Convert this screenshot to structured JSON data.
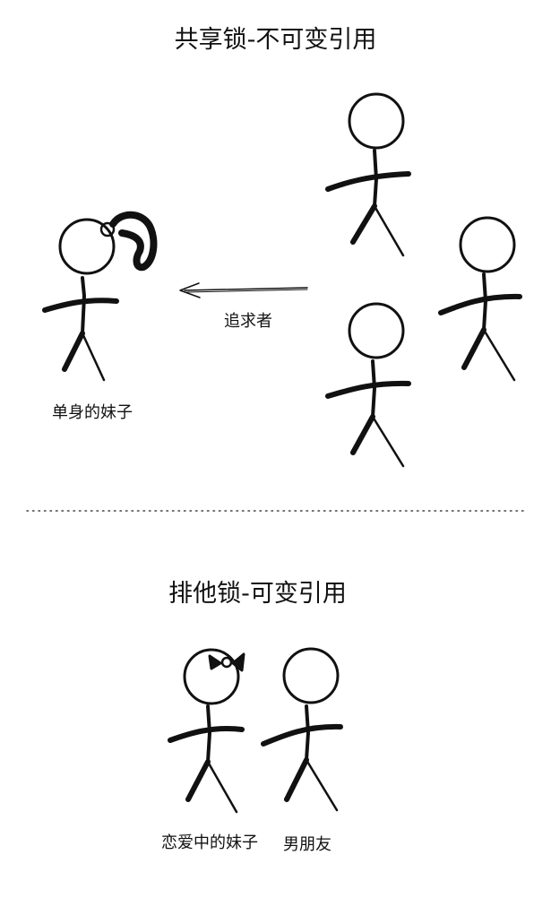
{
  "shared_title": "共享锁-不可变引用",
  "exclusive_title": "排他锁-可变引用",
  "labels": {
    "single_girl": "单身的妹子",
    "suitors": "追求者",
    "girl_in_love": "恋爱中的妹子",
    "boyfriend": "男朋友"
  },
  "colors": {
    "ink": "#111111",
    "background": "#ffffff",
    "divider": "#444444"
  }
}
